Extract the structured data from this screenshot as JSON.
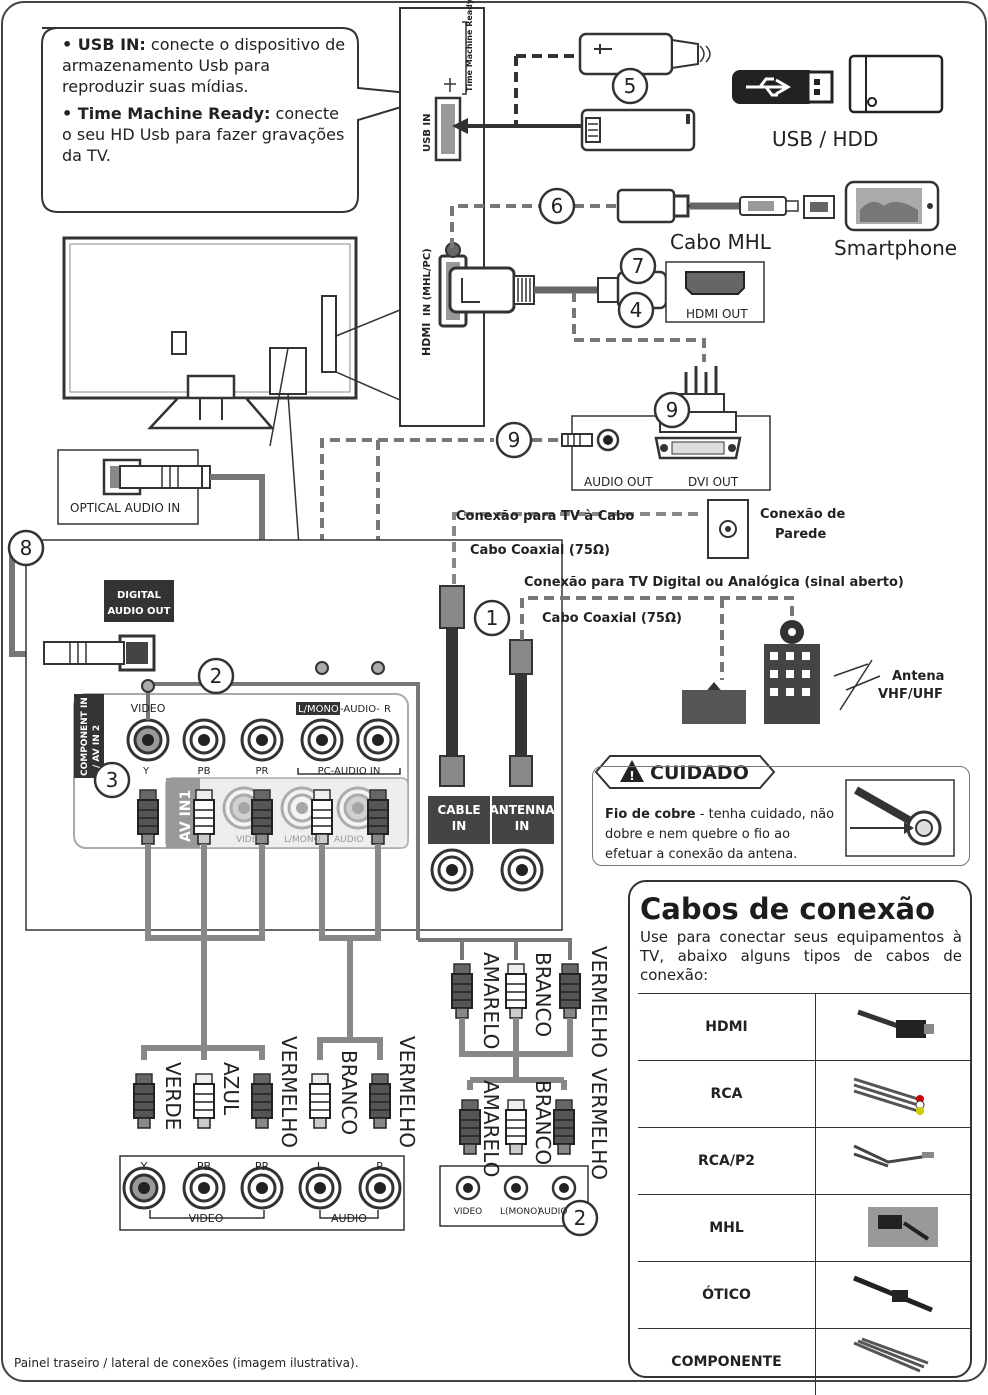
{
  "callout": {
    "usb_in_title": "• USB IN:",
    "usb_in_text": " conecte o dispositivo de armazenamento Usb para reproduzir suas mídias.",
    "tmr_title": "• Time Machine Ready:",
    "tmr_text": " conecte o seu HD Usb para fazer gravações da TV."
  },
  "usb_hdd": {
    "label": "USB / HDD"
  },
  "mhl": {
    "cable_label": "Cabo MHL",
    "device_label": "Smartphone"
  },
  "panel": {
    "usb_in": "USB IN",
    "time_machine": "Time Machine Ready",
    "hdmi_in": "IN (MHL/PC)",
    "hdmi_logo": "HDMI"
  },
  "ports": {
    "hdmi_out": "HDMI OUT",
    "audio_out": "AUDIO OUT",
    "dvi_out": "DVI OUT",
    "optical_in": "OPTICAL AUDIO IN",
    "digital_audio_out_1": "DIGITAL",
    "digital_audio_out_2": "AUDIO OUT",
    "component_in": "COMPONENT IN",
    "component_in_2": "/ AV IN 2",
    "video": "VIDEO",
    "l_mono": "L/MONO",
    "audio_r": "-AUDIO-",
    "r": "R",
    "y": "Y",
    "pb": "PB",
    "pr": "PR",
    "pc_audio_in": "PC-AUDIO IN",
    "av_in1": "AV IN1",
    "video_faded": "VIDEO",
    "lmono_faded": "L/MONO",
    "audio_faded": "AUDIO",
    "cable_in": "CABLE",
    "in": "IN",
    "antenna_in": "ANTENNA",
    "bottom_y": "Y",
    "bottom_pb": "PB",
    "bottom_pr": "PR",
    "bottom_l": "L",
    "bottom_r": "R",
    "bottom_video": "VIDEO",
    "bottom_audio": "AUDIO",
    "av_video": "VIDEO",
    "av_lmono": "L(MONO)",
    "av_audio": "AUDIO"
  },
  "connections": {
    "tv_cable": "Conexão para TV à Cabo",
    "coax_1": "Cabo Coaxial (75Ω)",
    "wall_1": "Conexão de",
    "wall_2": "Parede",
    "tv_digital": "Conexão para TV Digital ou Analógica (sinal aberto)",
    "coax_2": "Cabo Coaxial (75Ω)",
    "antenna_1": "Antena",
    "antenna_2": "VHF/UHF"
  },
  "colors": {
    "verde": "VERDE",
    "azul": "AZUL",
    "vermelho": "VERMELHO",
    "branco": "BRANCO",
    "amarelo": "AMARELO"
  },
  "numbers": [
    "1",
    "2",
    "3",
    "4",
    "5",
    "6",
    "7",
    "8",
    "9"
  ],
  "caution": {
    "title": "CUIDADO",
    "bold": "Fio de cobre",
    "text": " - tenha cuidado, não dobre e nem quebre o fio ao efetuar a conexão da antena."
  },
  "legend": {
    "title": "Cabos de conexão",
    "description": "Use para conectar seus equipamentos à TV, abaixo alguns  tipos de cabos de conexão:",
    "rows": [
      {
        "label": "HDMI",
        "icon": "hdmi-cable-icon"
      },
      {
        "label": "RCA",
        "icon": "rca-cable-icon"
      },
      {
        "label": "RCA/P2",
        "icon": "rca-p2-cable-icon"
      },
      {
        "label": "MHL",
        "icon": "mhl-cable-icon"
      },
      {
        "label": "ÓTICO",
        "icon": "optical-cable-icon"
      },
      {
        "label": "COMPONENTE",
        "icon": "component-cable-icon"
      }
    ]
  },
  "footnote": "Painel traseiro / lateral de conexões (imagem ilustrativa)."
}
